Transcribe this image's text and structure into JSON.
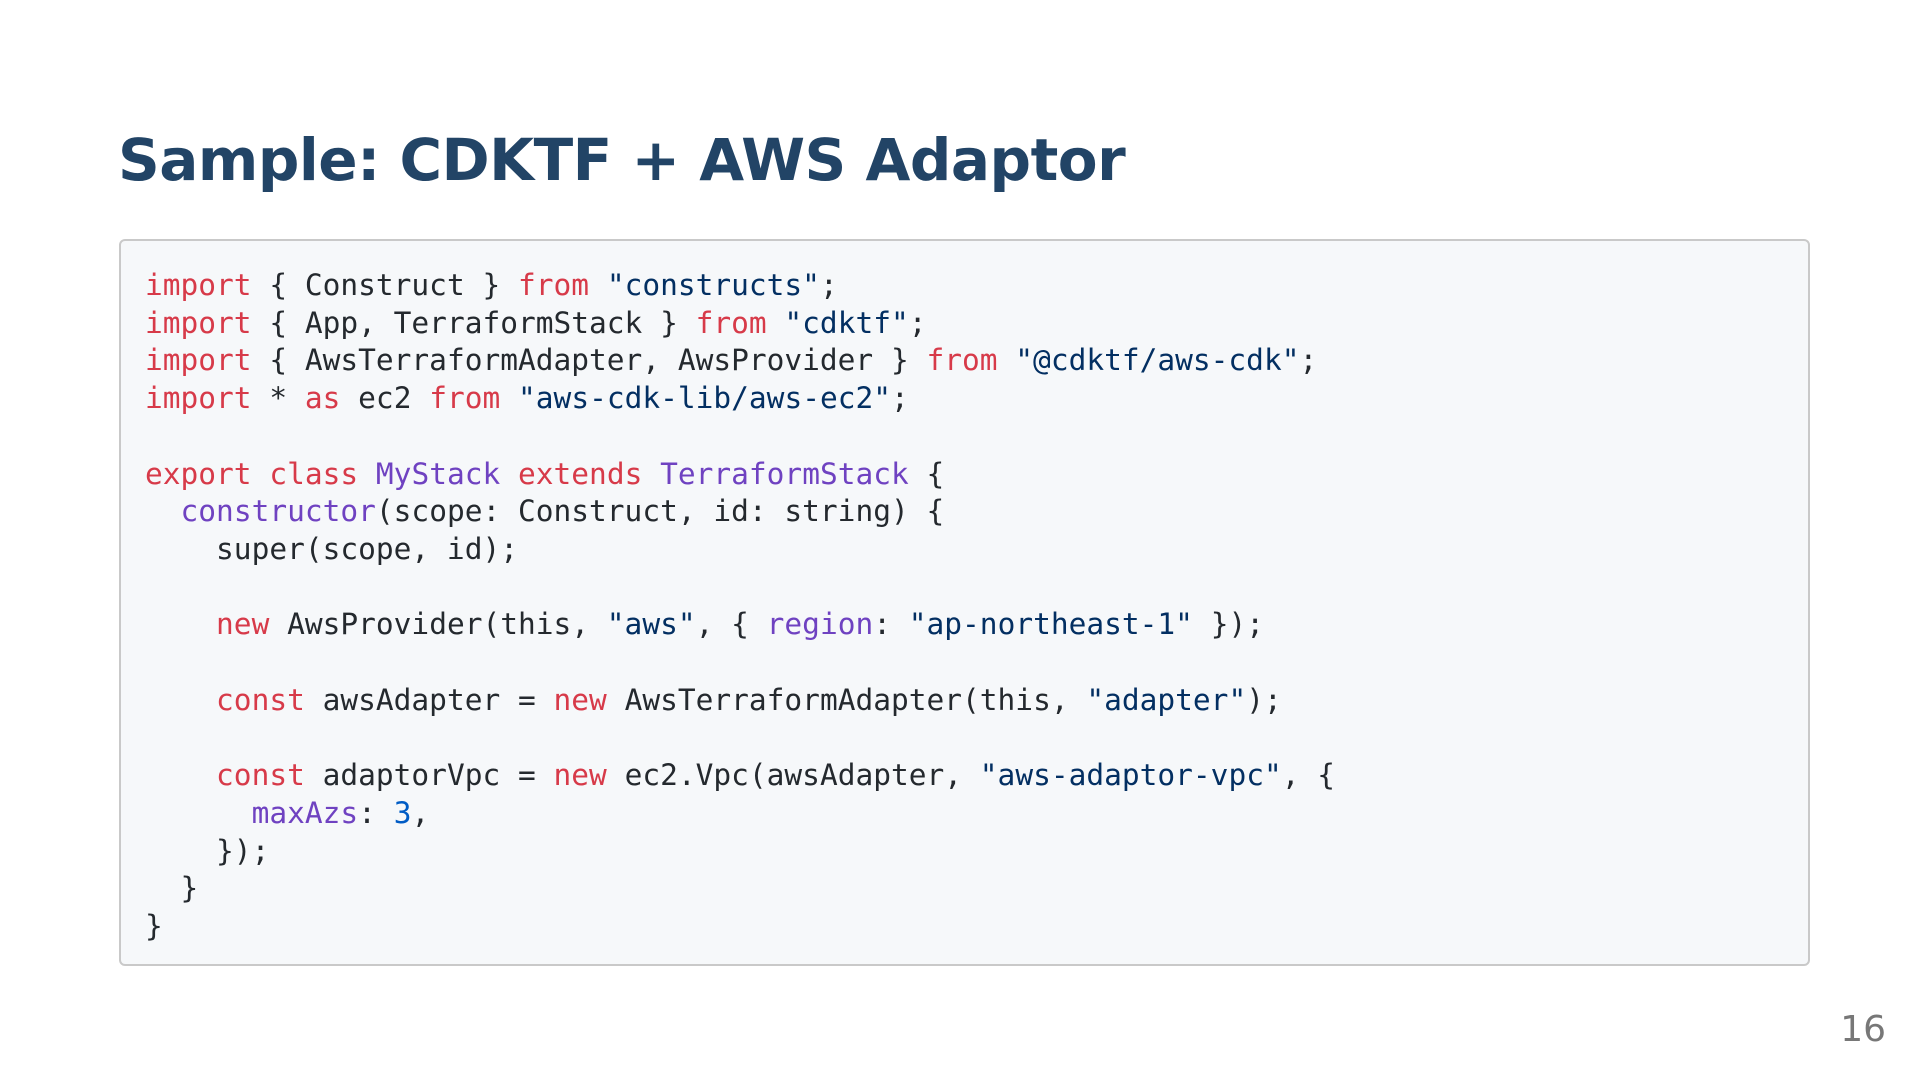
{
  "slide": {
    "title": "Sample: CDKTF + AWS Adaptor",
    "page_number": "16"
  },
  "code": {
    "language": "typescript",
    "lines": [
      [
        {
          "t": "kw",
          "v": "import"
        },
        {
          "t": "p",
          "v": " { Construct } "
        },
        {
          "t": "kw",
          "v": "from"
        },
        {
          "t": "p",
          "v": " "
        },
        {
          "t": "str",
          "v": "\"constructs\""
        },
        {
          "t": "p",
          "v": ";"
        }
      ],
      [
        {
          "t": "kw",
          "v": "import"
        },
        {
          "t": "p",
          "v": " { App, TerraformStack } "
        },
        {
          "t": "kw",
          "v": "from"
        },
        {
          "t": "p",
          "v": " "
        },
        {
          "t": "str",
          "v": "\"cdktf\""
        },
        {
          "t": "p",
          "v": ";"
        }
      ],
      [
        {
          "t": "kw",
          "v": "import"
        },
        {
          "t": "p",
          "v": " { AwsTerraformAdapter, AwsProvider } "
        },
        {
          "t": "kw",
          "v": "from"
        },
        {
          "t": "p",
          "v": " "
        },
        {
          "t": "str",
          "v": "\"@cdktf/aws-cdk\""
        },
        {
          "t": "p",
          "v": ";"
        }
      ],
      [
        {
          "t": "kw",
          "v": "import"
        },
        {
          "t": "p",
          "v": " * "
        },
        {
          "t": "kw",
          "v": "as"
        },
        {
          "t": "p",
          "v": " ec2 "
        },
        {
          "t": "kw",
          "v": "from"
        },
        {
          "t": "p",
          "v": " "
        },
        {
          "t": "str",
          "v": "\"aws-cdk-lib/aws-ec2\""
        },
        {
          "t": "p",
          "v": ";"
        }
      ],
      [],
      [
        {
          "t": "kw",
          "v": "export"
        },
        {
          "t": "p",
          "v": " "
        },
        {
          "t": "kw",
          "v": "class"
        },
        {
          "t": "p",
          "v": " "
        },
        {
          "t": "fn",
          "v": "MyStack"
        },
        {
          "t": "p",
          "v": " "
        },
        {
          "t": "kw",
          "v": "extends"
        },
        {
          "t": "p",
          "v": " "
        },
        {
          "t": "fn",
          "v": "TerraformStack"
        },
        {
          "t": "p",
          "v": " {"
        }
      ],
      [
        {
          "t": "p",
          "v": "  "
        },
        {
          "t": "fn",
          "v": "constructor"
        },
        {
          "t": "p",
          "v": "(scope: Construct, id: string) {"
        }
      ],
      [
        {
          "t": "p",
          "v": "    super(scope, id);"
        }
      ],
      [],
      [
        {
          "t": "p",
          "v": "    "
        },
        {
          "t": "kw",
          "v": "new"
        },
        {
          "t": "p",
          "v": " AwsProvider(this, "
        },
        {
          "t": "str",
          "v": "\"aws\""
        },
        {
          "t": "p",
          "v": ", { "
        },
        {
          "t": "fn",
          "v": "region"
        },
        {
          "t": "p",
          "v": ": "
        },
        {
          "t": "str",
          "v": "\"ap-northeast-1\""
        },
        {
          "t": "p",
          "v": " });"
        }
      ],
      [],
      [
        {
          "t": "p",
          "v": "    "
        },
        {
          "t": "kw",
          "v": "const"
        },
        {
          "t": "p",
          "v": " awsAdapter = "
        },
        {
          "t": "kw",
          "v": "new"
        },
        {
          "t": "p",
          "v": " AwsTerraformAdapter(this, "
        },
        {
          "t": "str",
          "v": "\"adapter\""
        },
        {
          "t": "p",
          "v": ");"
        }
      ],
      [],
      [
        {
          "t": "p",
          "v": "    "
        },
        {
          "t": "kw",
          "v": "const"
        },
        {
          "t": "p",
          "v": " adaptorVpc = "
        },
        {
          "t": "kw",
          "v": "new"
        },
        {
          "t": "p",
          "v": " ec2.Vpc(awsAdapter, "
        },
        {
          "t": "str",
          "v": "\"aws-adaptor-vpc\""
        },
        {
          "t": "p",
          "v": ", {"
        }
      ],
      [
        {
          "t": "p",
          "v": "      "
        },
        {
          "t": "fn",
          "v": "maxAzs"
        },
        {
          "t": "p",
          "v": ": "
        },
        {
          "t": "num",
          "v": "3"
        },
        {
          "t": "p",
          "v": ","
        }
      ],
      [
        {
          "t": "p",
          "v": "    });"
        }
      ],
      [
        {
          "t": "p",
          "v": "  }"
        }
      ],
      [
        {
          "t": "p",
          "v": "}"
        }
      ]
    ]
  },
  "colors": {
    "title": "#224466",
    "keyword": "#d73a49",
    "string": "#032f62",
    "function": "#6f42c1",
    "number": "#005cc5",
    "plain": "#24292e",
    "code_background": "#f6f8fa",
    "code_border": "#c9c9c9",
    "page_number": "#777777"
  }
}
